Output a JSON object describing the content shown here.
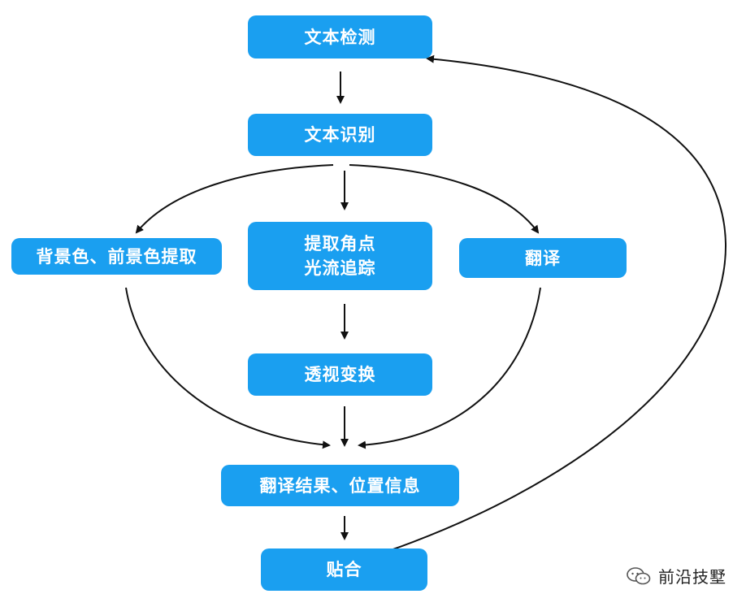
{
  "colors": {
    "node_fill": "#1a9ff0",
    "arrow": "#111111"
  },
  "nodes": {
    "text_detection": "文本检测",
    "text_recognition": "文本识别",
    "color_extraction": "背景色、前景色提取",
    "tracking_line1": "提取角点",
    "tracking_line2": "光流追踪",
    "translation": "翻译",
    "perspective_transform": "透视变换",
    "result_position": "翻译结果、位置信息",
    "paste": "贴合"
  },
  "watermark": {
    "icon": "wechat-icon",
    "text": "前沿技墅"
  }
}
